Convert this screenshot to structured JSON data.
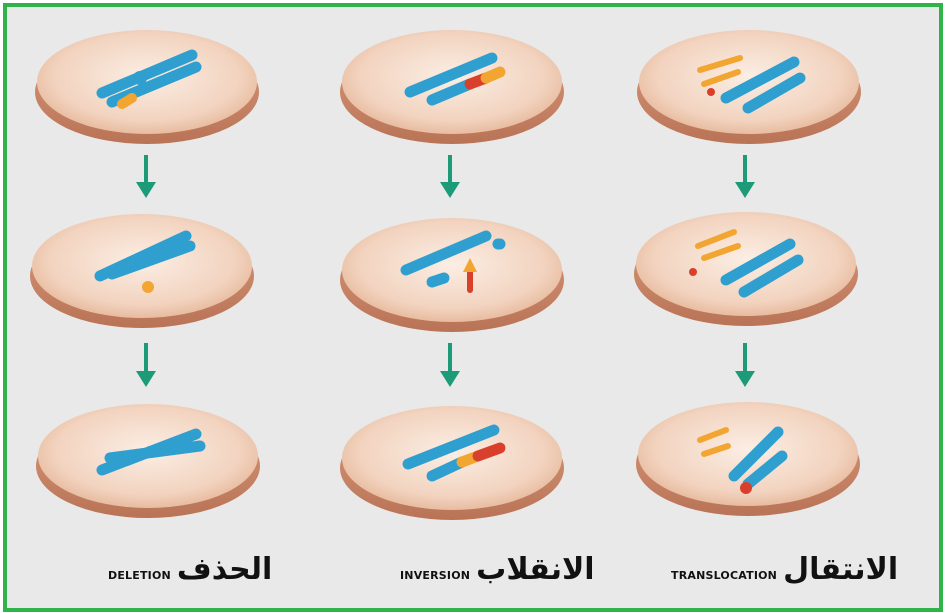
{
  "columns": [
    {
      "key": "deletion",
      "label_en": "DELETION",
      "label_ar": "الحذف"
    },
    {
      "key": "inversion",
      "label_en": "INVERSION",
      "label_ar": "الانقلاب"
    },
    {
      "key": "translocation",
      "label_en": "TRANSLOCATION",
      "label_ar": "الانتقال"
    }
  ],
  "colors": {
    "frame": "#2fb44a",
    "background": "#e9e9ea",
    "cell_fill": "#f3d6c4",
    "cell_rim": "#c98a6a",
    "chromosome": "#2f9fd0",
    "segment_orange": "#f2a531",
    "segment_red": "#d9402c",
    "arrow": "#1d9a78"
  }
}
